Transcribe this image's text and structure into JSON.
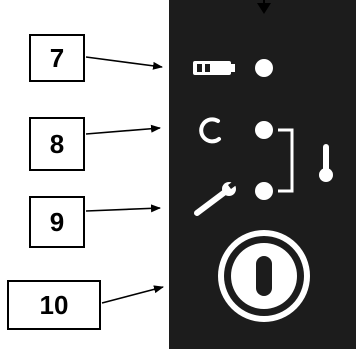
{
  "callouts": {
    "battery": "7",
    "cycle": "8",
    "service": "9",
    "power": "10"
  },
  "icons": {
    "battery": "battery-icon",
    "cycle": "refresh-icon",
    "service": "wrench-icon",
    "temperature": "thermometer-icon",
    "power": "power-button-icon"
  },
  "colors": {
    "panel": "#1c1c1c",
    "icon": "#ffffff",
    "callout_border": "#000000"
  }
}
